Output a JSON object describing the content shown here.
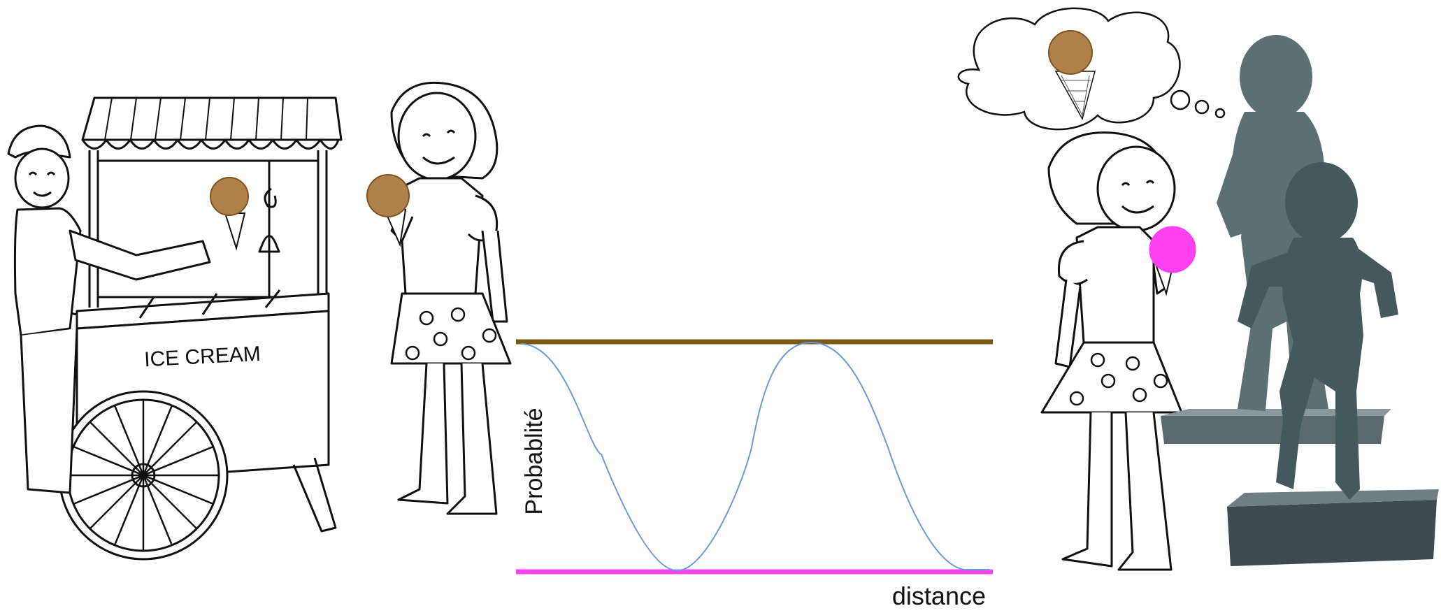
{
  "cart": {
    "sign": "ICE CREAM"
  },
  "chart_data": {
    "type": "line",
    "ylabel": "Probablité",
    "xlabel": "distance",
    "reference_lines": [
      {
        "color": "#7a5a12",
        "level": "high"
      },
      {
        "color": "#ff44ee",
        "level": "low"
      }
    ],
    "curve_color": "#6a9bd8",
    "shape": "oscillating: starts high, dips low, rises high, dips low"
  },
  "colors": {
    "chocolate_scoop": "#b0804a",
    "pink_scoop": "#ff40f0",
    "statue": "#4f6468"
  }
}
